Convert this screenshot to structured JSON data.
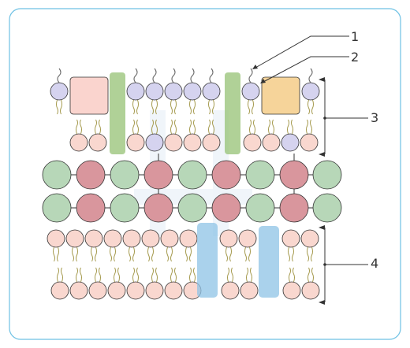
{
  "labels": {
    "l1": "1",
    "l2": "2",
    "l3": "3",
    "l4": "4"
  },
  "colors": {
    "frame_border": "#6ec1e4",
    "lipid_head_pink": "#f9d7cf",
    "lipid_head_lavender": "#d5d3ef",
    "lipid_tail": "#a59a4e",
    "sugar_chain": "#6b6b6b",
    "protein_green": "#95c274",
    "protein_blue": "#8ec3e6",
    "protein_pink_square": "#fad4ce",
    "protein_orange_square": "#f6d49a",
    "bead_green": "#b7d7b8",
    "bead_red": "#d9969d",
    "line_dark": "#333333"
  }
}
